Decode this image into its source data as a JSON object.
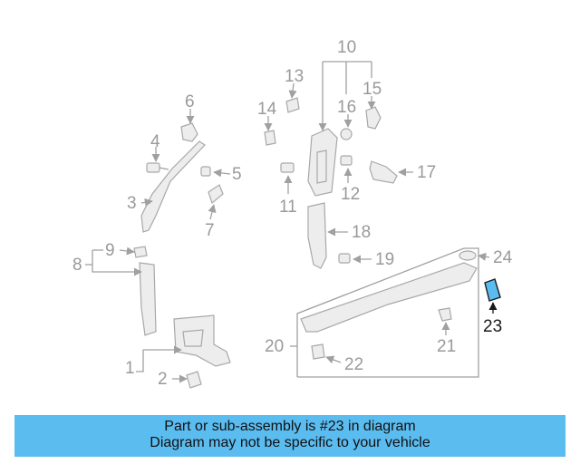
{
  "labels": {
    "p1": "1",
    "p2": "2",
    "p3": "3",
    "p4": "4",
    "p5": "5",
    "p6": "6",
    "p7": "7",
    "p8": "8",
    "p9": "9",
    "p10": "10",
    "p11": "11",
    "p12": "12",
    "p13": "13",
    "p14": "14",
    "p15": "15",
    "p16": "16",
    "p17": "17",
    "p18": "18",
    "p19": "19",
    "p20": "20",
    "p21": "21",
    "p22": "22",
    "p23": "23",
    "p24": "24"
  },
  "highlight": {
    "part": "23",
    "color": "#5bbcf0"
  },
  "banner": {
    "line1": "Part or sub-assembly is #23 in diagram",
    "line2": "Diagram may not be specific to your vehicle",
    "color": "#5bbcf0"
  }
}
